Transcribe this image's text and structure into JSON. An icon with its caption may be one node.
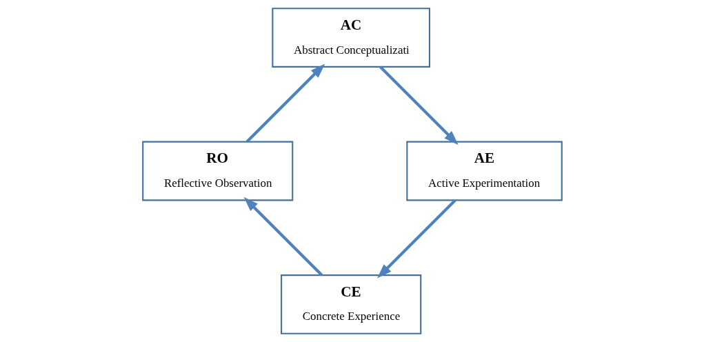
{
  "diagram": {
    "nodes": [
      {
        "text": [
          "CE",
          "Concrete Experience"
        ]
      },
      {
        "text": [
          "RO",
          "Reflective Observation"
        ]
      },
      {
        "text": [
          "AC",
          "Abstract Conceptualizati"
        ]
      },
      {
        "text": [
          "AE",
          "Active Experimentation"
        ]
      }
    ],
    "edges": [
      {
        "from": 0,
        "to": 1,
        "arrow": "to"
      },
      {
        "from": 1,
        "to": 2,
        "arrow": "to"
      },
      {
        "from": 2,
        "to": 3,
        "arrow": "to"
      },
      {
        "from": 3,
        "to": 0,
        "arrow": "to"
      }
    ]
  }
}
